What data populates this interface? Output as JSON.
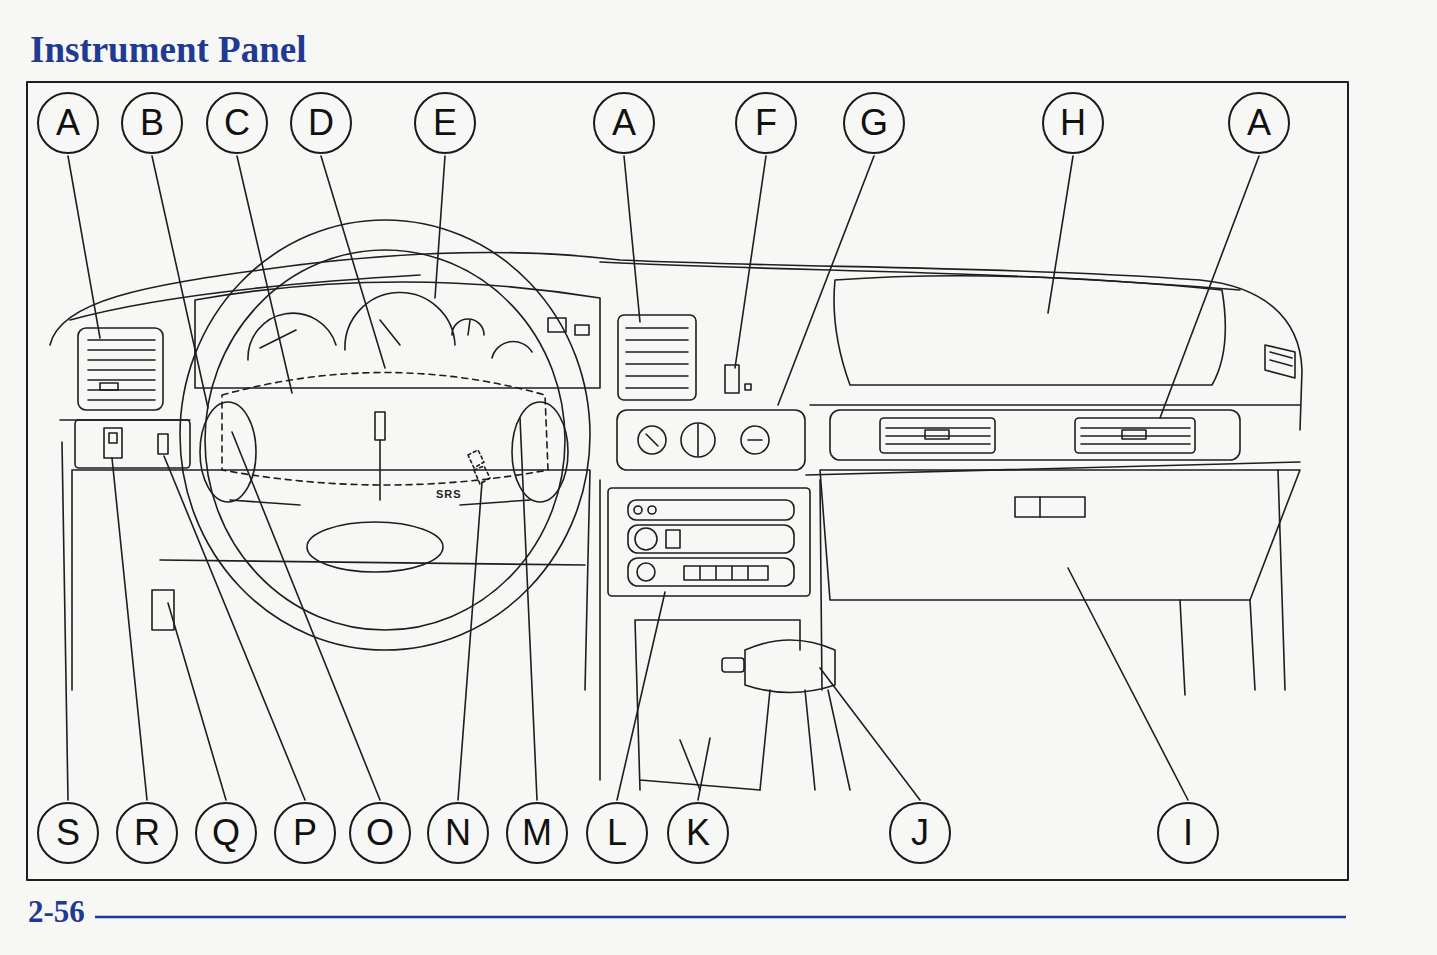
{
  "diagram": {
    "title": "Instrument Panel",
    "nodes": [
      {
        "text": [
          "A"
        ]
      },
      {
        "text": [
          "B"
        ]
      },
      {
        "text": [
          "C"
        ]
      },
      {
        "text": [
          "D"
        ]
      },
      {
        "text": [
          "E"
        ]
      },
      {
        "text": [
          "A"
        ]
      },
      {
        "text": [
          "F"
        ]
      },
      {
        "text": [
          "G"
        ]
      },
      {
        "text": [
          "H"
        ]
      },
      {
        "text": [
          "A"
        ]
      },
      {
        "text": [
          "S"
        ]
      },
      {
        "text": [
          "R"
        ]
      },
      {
        "text": [
          "Q"
        ]
      },
      {
        "text": [
          "P"
        ]
      },
      {
        "text": [
          "O"
        ]
      },
      {
        "text": [
          "N"
        ]
      },
      {
        "text": [
          "M"
        ]
      },
      {
        "text": [
          "L"
        ]
      },
      {
        "text": [
          "K"
        ]
      },
      {
        "text": [
          "J"
        ]
      },
      {
        "text": [
          "I"
        ]
      }
    ],
    "edges": [],
    "labels": [
      "SRS",
      "2-56"
    ]
  }
}
